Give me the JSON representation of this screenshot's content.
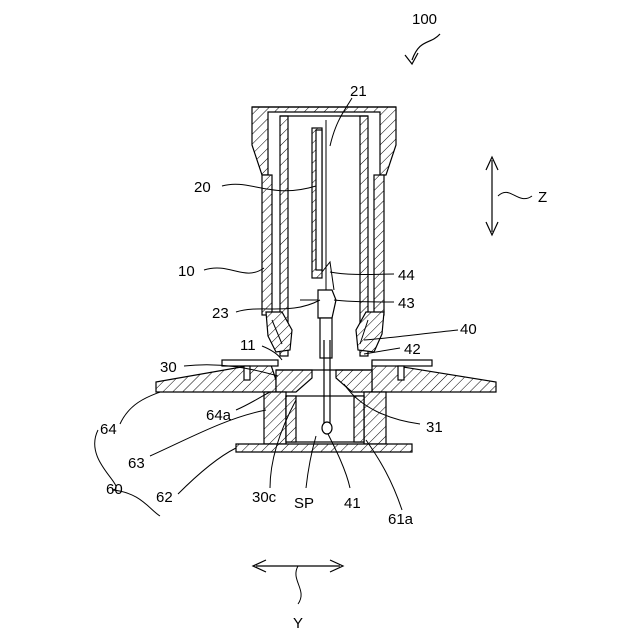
{
  "figure_number": "100",
  "labels": {
    "l21": "21",
    "l20": "20",
    "l10": "10",
    "l44": "44",
    "l43": "43",
    "l23": "23",
    "l40": "40",
    "l11": "11",
    "l42": "42",
    "l30": "30",
    "l31": "31",
    "l64": "64",
    "l64a": "64a",
    "l63": "63",
    "l60": "60",
    "l62": "62",
    "l30c": "30c",
    "lSP": "SP",
    "l41": "41",
    "l61a": "61a"
  },
  "axes": {
    "z": "Z",
    "y": "Y"
  }
}
